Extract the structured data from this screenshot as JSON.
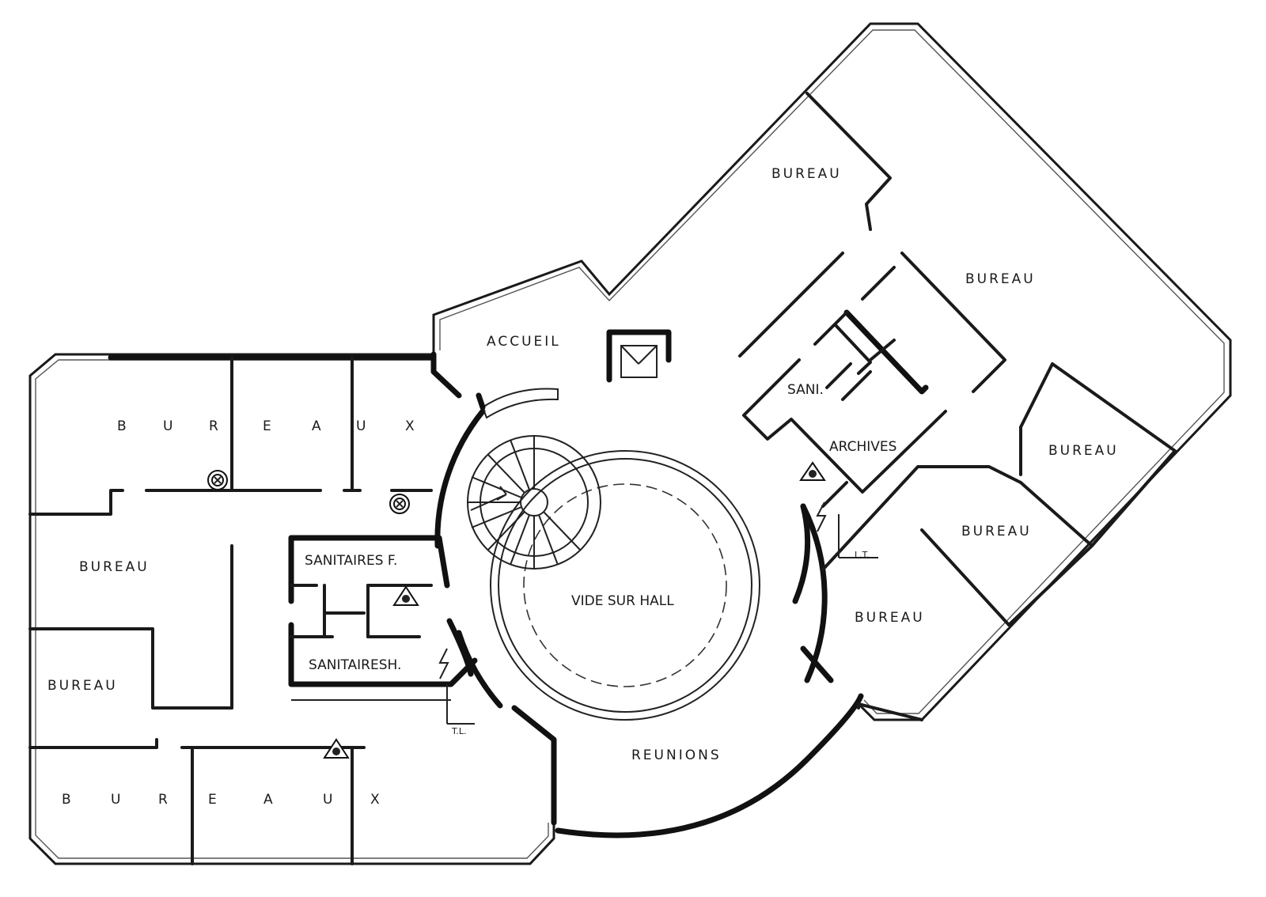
{
  "rooms": {
    "bureaux_top": [
      "B",
      "U",
      "R",
      "E",
      "A",
      "U",
      "X"
    ],
    "bureaux_bottom": [
      "B",
      "U",
      "R",
      "E",
      "A",
      "U",
      "X"
    ],
    "bureau_left": "BUREAU",
    "bureau_left_low": "BUREAU",
    "accueil": "ACCUEIL",
    "sanitaires_f": "SANITAIRES F.",
    "sanitaires_h": "SANITAIRESH.",
    "vide_sur_hall": "VIDE SUR HALL",
    "reunions": "REUNIONS",
    "bureau_ne_top": "BUREAU",
    "bureau_ne_mid": "BUREAU",
    "sani": "SANI.",
    "archives": "ARCHIVES",
    "bureau_e1": "BUREAU",
    "bureau_e2": "BUREAU",
    "bureau_e3": "BUREAU"
  },
  "markers": {
    "tl_left": "T.L.",
    "lt_right": "L.T."
  },
  "symbols": {
    "hazard": "fire-extinguisher-icon",
    "smoke": "smoke-detector-icon",
    "electric": "electric-panel-icon"
  }
}
